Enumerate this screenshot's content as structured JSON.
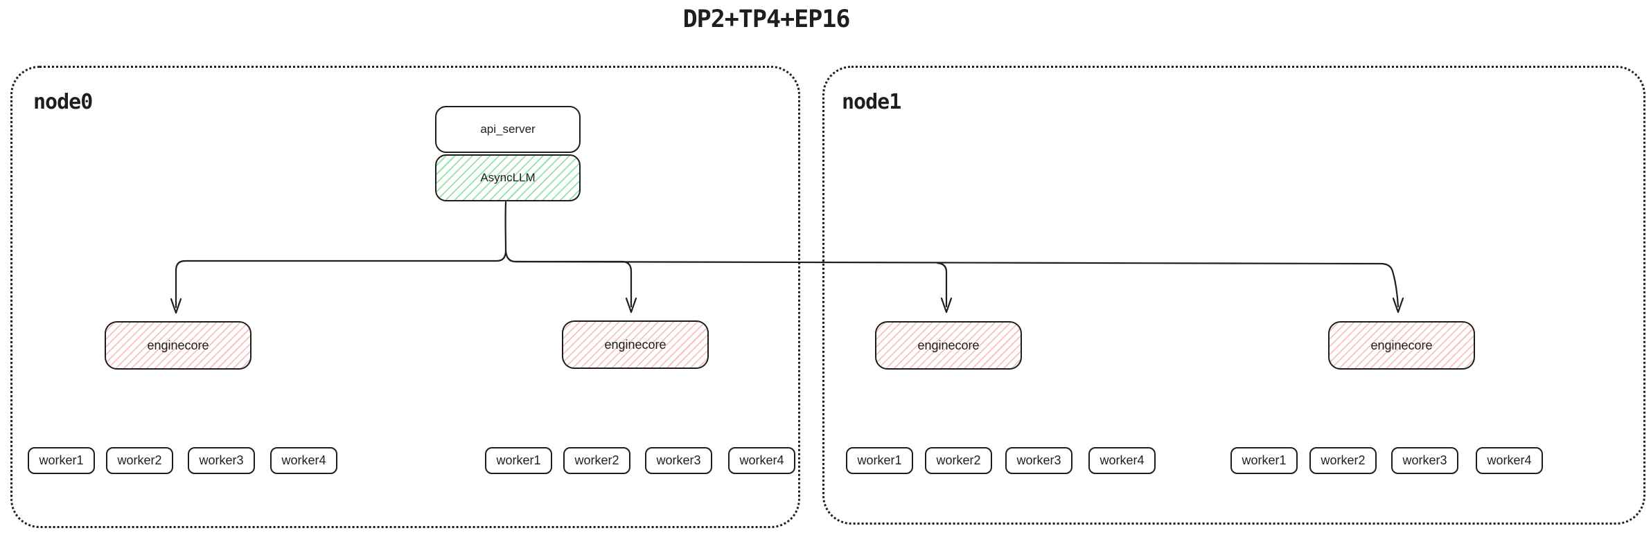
{
  "title": "DP2+TP4+EP16",
  "colors": {
    "stroke": "#1e1e1e",
    "green_hatch_fill": "#b2f2bb",
    "red_hatch_fill": "#ffc9c9",
    "background": "#ffffff"
  },
  "nodes": [
    {
      "label": "node0",
      "stack": {
        "api_server_label": "api_server",
        "async_llm_label": "AsyncLLM"
      },
      "groups": [
        {
          "enginecore_label": "enginecore",
          "workers": [
            "worker1",
            "worker2",
            "worker3",
            "worker4"
          ]
        },
        {
          "enginecore_label": "enginecore",
          "workers": [
            "worker1",
            "worker2",
            "worker3",
            "worker4"
          ]
        }
      ]
    },
    {
      "label": "node1",
      "groups": [
        {
          "enginecore_label": "enginecore",
          "workers": [
            "worker1",
            "worker2",
            "worker3",
            "worker4"
          ]
        },
        {
          "enginecore_label": "enginecore",
          "workers": [
            "worker1",
            "worker2",
            "worker3",
            "worker4"
          ]
        }
      ]
    }
  ]
}
